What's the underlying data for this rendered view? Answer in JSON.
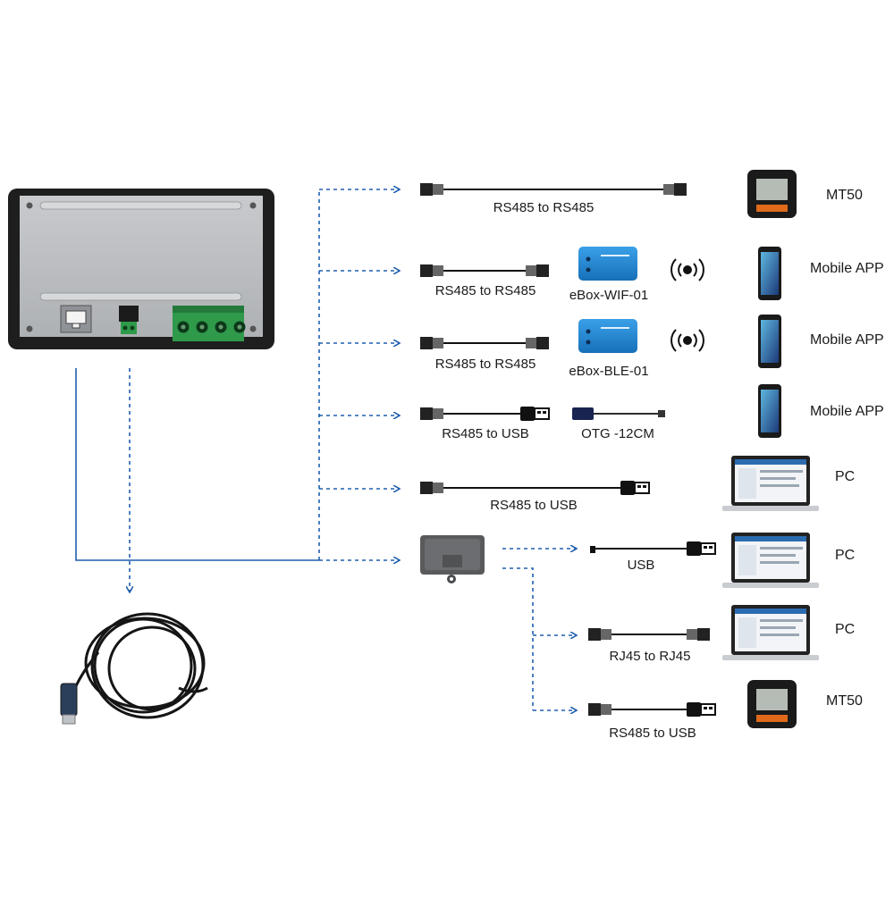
{
  "labels": {
    "row1_cable": "RS485 to RS485",
    "row1_device": "MT50",
    "row2_cable": "RS485 to RS485",
    "row2_box": "eBox-WIF-01",
    "row2_device": "Mobile APP",
    "row3_cable": "RS485 to RS485",
    "row3_box": "eBox-BLE-01",
    "row3_device": "Mobile APP",
    "row4_cable": "RS485 to USB",
    "row4_otg": "OTG -12CM",
    "row4_device": "Mobile APP",
    "row5_cable": "RS485 to USB",
    "row5_device": "PC",
    "row6_cable": "USB",
    "row6_device": "PC",
    "row7_cable": "RJ45 to RJ45",
    "row7_device": "PC",
    "row8_cable": "RS485 to USB",
    "row8_device": "MT50"
  },
  "colors": {
    "line_blue": "#1f5fae",
    "cable": "#111111",
    "ebox_blue": "#1f86d4",
    "controller_frame": "#1e1e1e",
    "controller_face": "#b9bcbf",
    "terminal_green": "#2f9a4a"
  },
  "icons": [
    "controller-icon",
    "wifi-signal-icon",
    "phone-icon",
    "laptop-icon",
    "mt50-icon",
    "usb-cable-icon",
    "adapter-box-icon",
    "ebox-icon"
  ]
}
